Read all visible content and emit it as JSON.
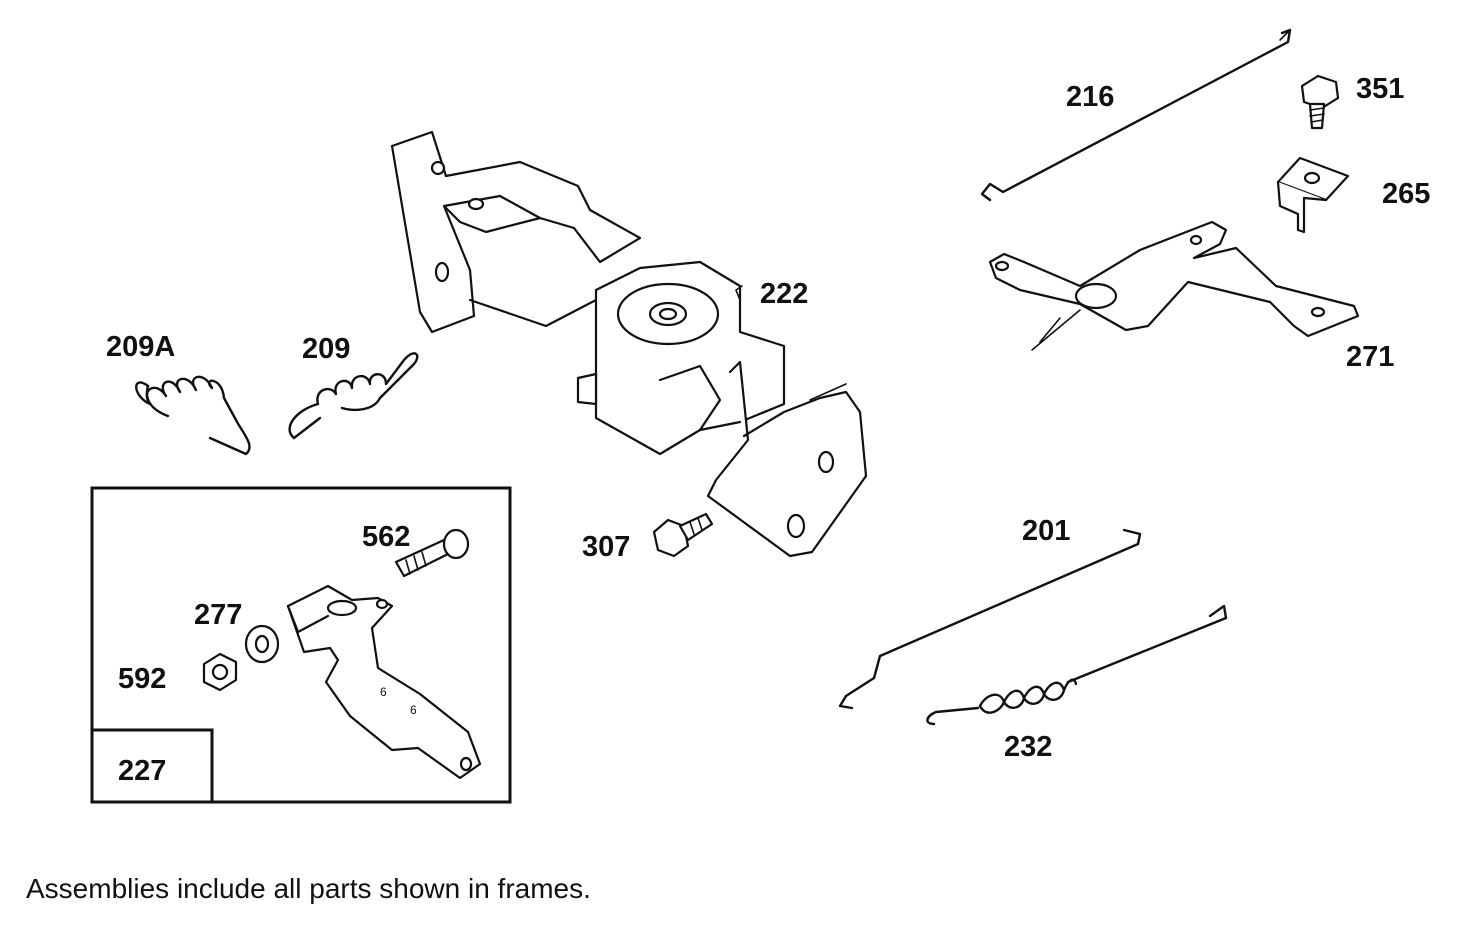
{
  "labels": {
    "p216": "216",
    "p351": "351",
    "p265": "265",
    "p271": "271",
    "p222": "222",
    "p209a": "209A",
    "p209": "209",
    "p307": "307",
    "p201": "201",
    "p232": "232",
    "p562": "562",
    "p277": "277",
    "p592": "592",
    "p227": "227"
  },
  "note": "Assemblies include all parts shown in frames."
}
